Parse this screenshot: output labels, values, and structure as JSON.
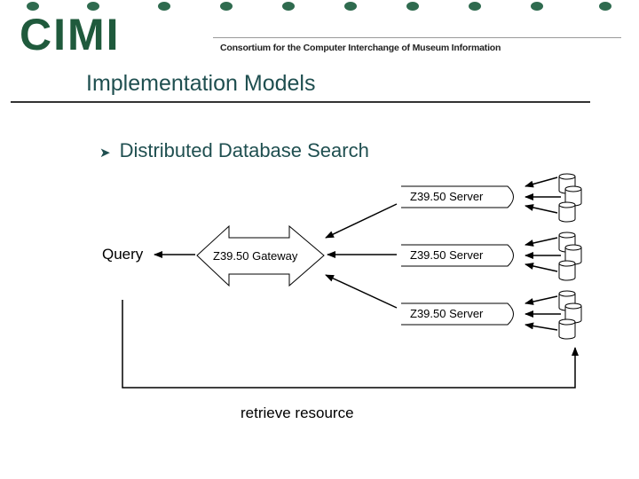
{
  "header": {
    "logo_text": "CIMI",
    "subtitle": "Consortium for the Computer Interchange of Museum Information",
    "brand_color": "#1f5a3c"
  },
  "slide": {
    "title": "Implementation Models",
    "bullet": "Distributed Database Search"
  },
  "diagram": {
    "query_label": "Query",
    "gateway_label": "Z39.50 Gateway",
    "servers": [
      {
        "label": "Z39.50 Server"
      },
      {
        "label": "Z39.50 Server"
      },
      {
        "label": "Z39.50 Server"
      }
    ],
    "retrieve_label": "retrieve resource"
  }
}
